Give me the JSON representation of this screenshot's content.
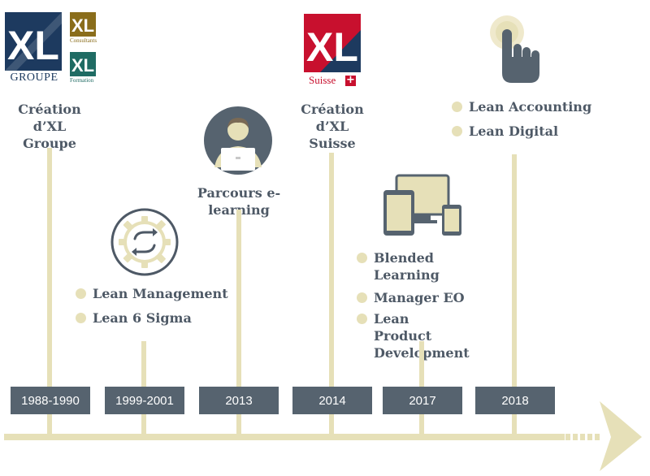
{
  "logos": {
    "groupe_mark": "XL",
    "groupe_word": "GROUPE",
    "consultants_mark": "XL",
    "consultants_word": "Consultants",
    "formation_mark": "XL",
    "formation_word": "Formation",
    "suisse_mark": "XL",
    "suisse_word": "Suisse",
    "suisse_cross": "+"
  },
  "milestones": [
    {
      "year": "1988-1990",
      "caption": [
        "Création d’XL",
        "Groupe"
      ]
    },
    {
      "year": "1999-2001",
      "bullets": [
        "Lean Management",
        "Lean 6 Sigma"
      ]
    },
    {
      "year": "2013",
      "caption": [
        "Parcours e-learning"
      ]
    },
    {
      "year": "2014",
      "caption": [
        "Création d’XL",
        "Suisse"
      ]
    },
    {
      "year": "2017",
      "bullets": [
        "Blended Learning",
        "Manager EO",
        "Lean Product Development"
      ]
    },
    {
      "year": "2018",
      "bullets": [
        "Lean Accounting",
        "Lean Digital"
      ]
    }
  ],
  "icons": {
    "gear": "gear-cycle-icon",
    "person": "person-laptop-icon",
    "devices": "devices-icon",
    "touch": "touch-hand-icon"
  },
  "colors": {
    "navy": "#1d3a5f",
    "red": "#c8102e",
    "gold": "#8a6d1b",
    "teal": "#1f6b63",
    "slate": "#56636f",
    "beige": "#e6e0b8"
  }
}
